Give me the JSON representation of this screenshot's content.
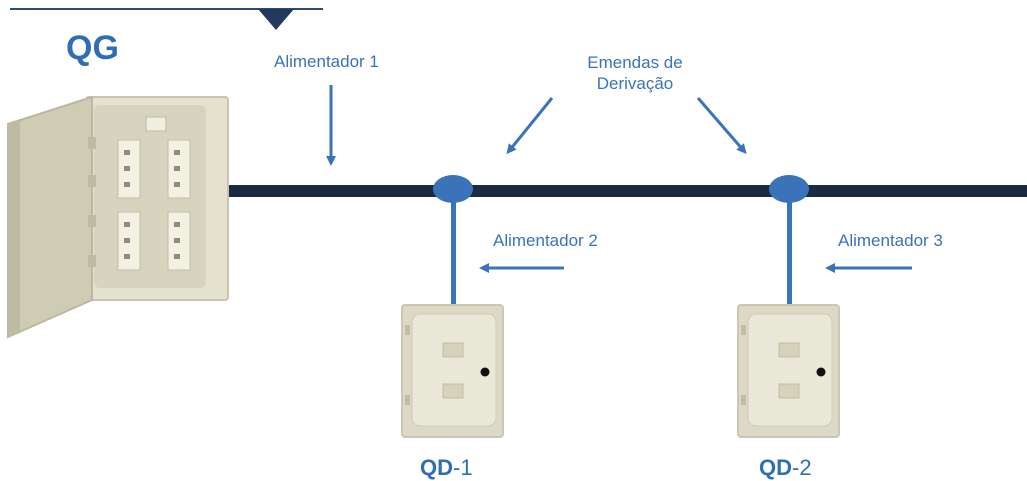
{
  "diagram": {
    "main_panel": {
      "label": "QG"
    },
    "feeders": [
      {
        "label": "Alimentador 1"
      },
      {
        "label": "Alimentador 2"
      },
      {
        "label": "Alimentador 3"
      }
    ],
    "splices": {
      "label_line1": "Emendas de",
      "label_line2": "Derivação"
    },
    "sub_panels": [
      {
        "prefix": "QD",
        "suffix": "-1"
      },
      {
        "prefix": "QD",
        "suffix": "-2"
      }
    ],
    "colors": {
      "accent_blue": "#3b73b9",
      "main_bus": "#1a2a42",
      "panel_body": "#dcd9c6",
      "panel_frame": "#cfccb8"
    }
  }
}
